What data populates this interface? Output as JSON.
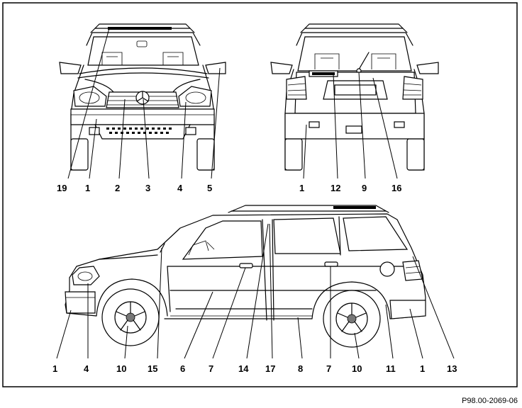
{
  "labels": {
    "front": [
      "19",
      "1",
      "2",
      "3",
      "4",
      "5"
    ],
    "rear": [
      "1",
      "12",
      "9",
      "16"
    ],
    "side": [
      "1",
      "4",
      "10",
      "15",
      "6",
      "7",
      "14",
      "17",
      "8",
      "7",
      "10",
      "11",
      "1",
      "13"
    ]
  },
  "reference_code": "P98.00-2069-06"
}
